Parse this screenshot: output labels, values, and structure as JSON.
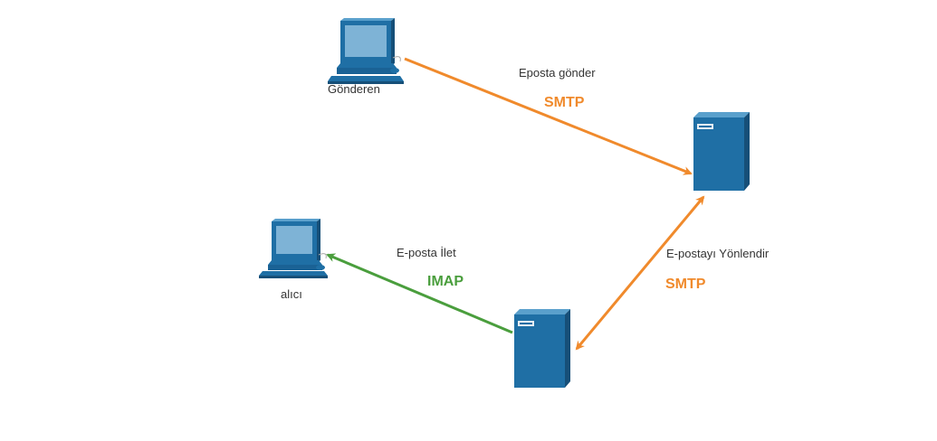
{
  "nodes": {
    "sender": {
      "label": "Gönderen",
      "icon": "desktop-computer-icon"
    },
    "receiver": {
      "label": "alıcı",
      "icon": "desktop-computer-icon"
    },
    "server_sender": {
      "icon": "server-tower-icon"
    },
    "server_receiver": {
      "icon": "server-tower-icon"
    }
  },
  "edges": {
    "send": {
      "label": "Eposta gönder",
      "protocol": "SMTP",
      "color": "#f08a2c"
    },
    "forward": {
      "label": "E-postayı Yönlendir",
      "protocol": "SMTP",
      "color": "#f08a2c"
    },
    "deliver": {
      "label": "E-posta İlet",
      "protocol": "IMAP",
      "color": "#4a9e3d"
    }
  },
  "colors": {
    "device": "#1f6fa5",
    "screen": "#7eb3d6"
  }
}
